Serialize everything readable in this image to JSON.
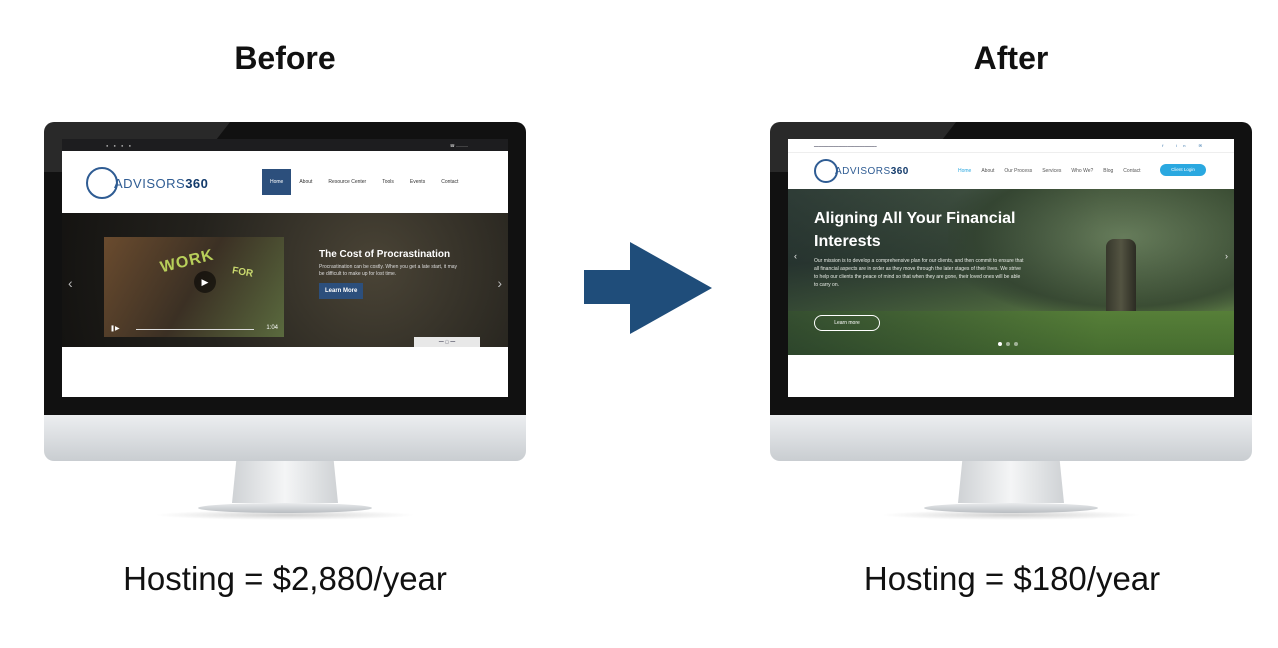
{
  "before": {
    "heading": "Before",
    "caption": "Hosting = $2,880/year",
    "site": {
      "logo_word": "ADVISORS",
      "logo_number": "360",
      "nav": [
        "Home",
        "About",
        "Resource Center",
        "Tools",
        "Events",
        "Contact"
      ],
      "hero_title": "The Cost of Procrastination",
      "hero_text": "Procrastination can be costly. When you get a late start, it may be difficult to make up for lost time.",
      "hero_button": "Learn More",
      "video_time": "1:04"
    }
  },
  "after": {
    "heading": "After",
    "caption": "Hosting = $180/year",
    "site": {
      "logo_word": "ADVISORS",
      "logo_number": "360",
      "nav": [
        "Home",
        "About",
        "Our Process",
        "Services",
        "Who We?",
        "Blog",
        "Contact"
      ],
      "cta": "Client Login",
      "hero_title": "Aligning All Your Financial Interests",
      "hero_text": "Our mission is to develop a comprehensive plan for our clients, and then commit to ensure that all financial aspects are in order as they move through the later stages of their lives. We strive to help our clients the peace of mind so that when they are gone, their loved ones will be able to carry on.",
      "hero_button": "Learn more"
    }
  },
  "colors": {
    "arrow": "#1f4d7a",
    "before_nav_active": "#2c4f7c",
    "after_accent": "#2aa8e0"
  }
}
